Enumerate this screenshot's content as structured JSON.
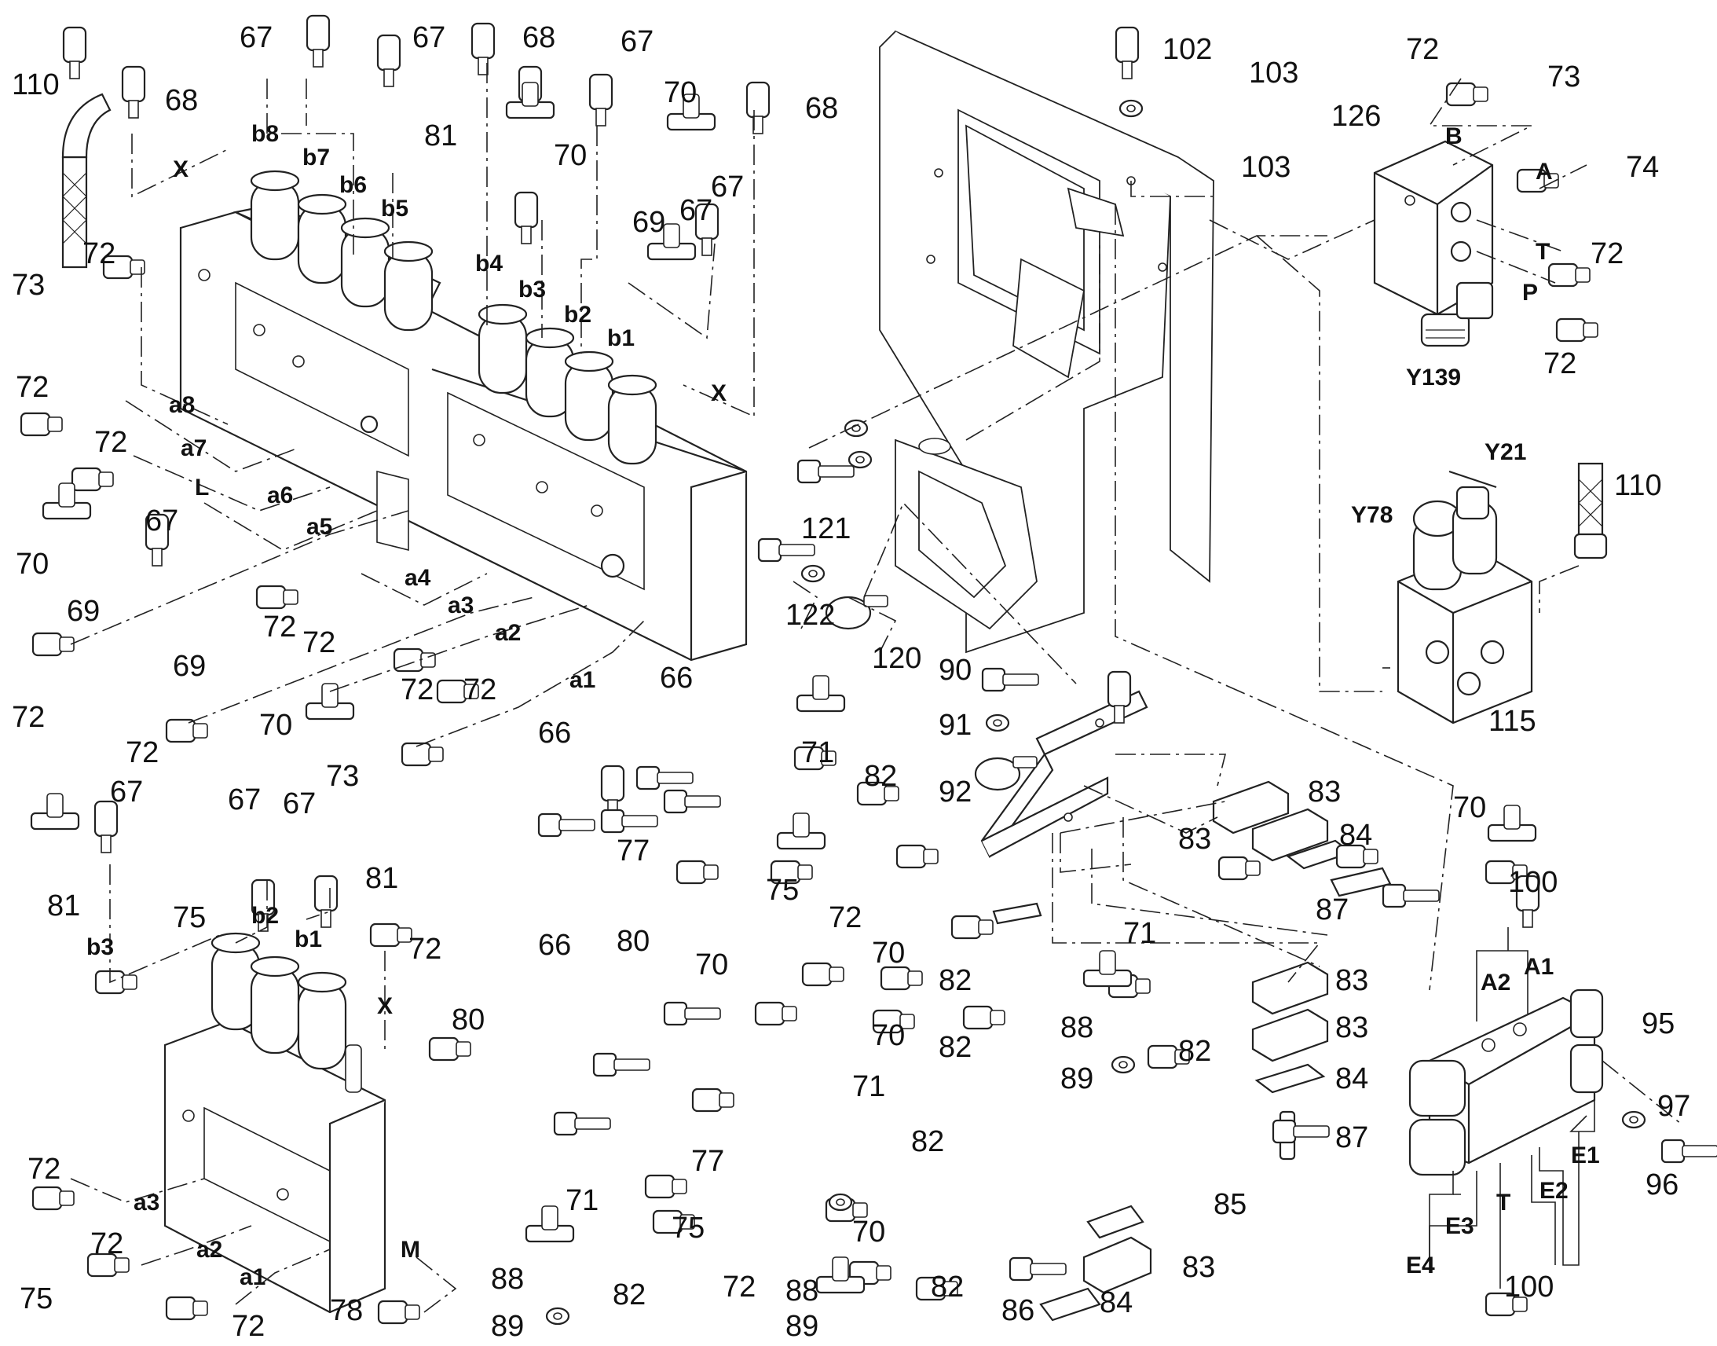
{
  "diagram": {
    "numbers": [
      "110",
      "68",
      "67",
      "67",
      "68",
      "67",
      "70",
      "70",
      "68",
      "67",
      "81",
      "69",
      "67",
      "72",
      "73",
      "72",
      "72",
      "72",
      "67",
      "70",
      "69",
      "72",
      "72",
      "72",
      "69",
      "70",
      "72",
      "72",
      "73",
      "121",
      "122",
      "120",
      "66",
      "71",
      "82",
      "66",
      "77",
      "75",
      "72",
      "70",
      "82",
      "80",
      "70",
      "82",
      "70",
      "67",
      "67",
      "67",
      "81",
      "81",
      "75",
      "72",
      "66",
      "80",
      "71",
      "82",
      "77",
      "75",
      "72",
      "70",
      "82",
      "88",
      "89",
      "71",
      "88",
      "89",
      "82",
      "72",
      "72",
      "75",
      "72",
      "78",
      "102",
      "103",
      "103",
      "72",
      "73",
      "126",
      "74",
      "72",
      "72",
      "110",
      "115",
      "90",
      "91",
      "92",
      "83",
      "83",
      "84",
      "87",
      "71",
      "88",
      "89",
      "82",
      "83",
      "83",
      "84",
      "87",
      "85",
      "83",
      "84",
      "86",
      "70",
      "100",
      "95",
      "97",
      "96",
      "100"
    ],
    "port_labels": [
      "X",
      "b8",
      "b7",
      "b6",
      "b5",
      "b4",
      "b3",
      "b2",
      "b1",
      "X",
      "a8",
      "a7",
      "L",
      "a6",
      "a5",
      "a4",
      "a3",
      "a2",
      "a1",
      "b3",
      "b2",
      "b1",
      "X",
      "a3",
      "a2",
      "a1",
      "M",
      "B",
      "A",
      "T",
      "P",
      "A2",
      "A1",
      "E1",
      "E2",
      "E3",
      "E4",
      "T"
    ],
    "component_labels": [
      "Y139",
      "Y21",
      "Y78"
    ]
  }
}
